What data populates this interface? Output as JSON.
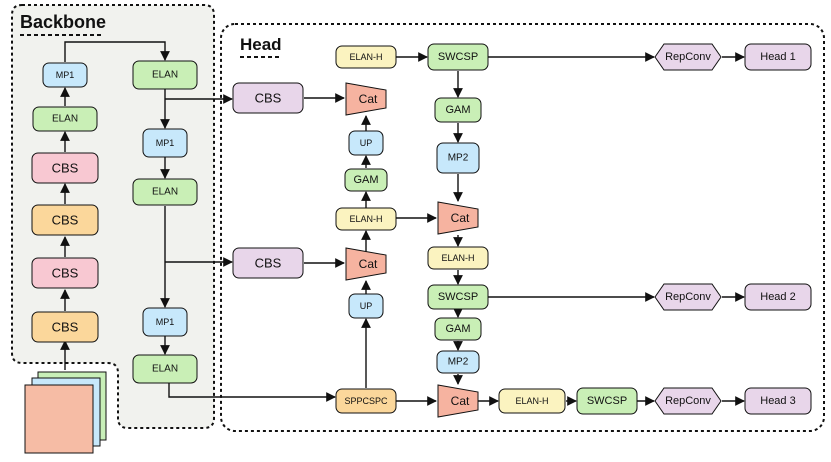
{
  "sections": {
    "backbone": "Backbone",
    "head": "Head"
  },
  "colors": {
    "green": "#c9efb6",
    "blue": "#c7e8fb",
    "pink": "#f8c8d2",
    "orange": "#fbd79b",
    "purple": "#e8d6ea",
    "yellow": "#fbf3c0",
    "salmon": "#f6b3a0",
    "backbone_bg": "#f1f2ee"
  },
  "nodes": {
    "bb_cbs1": "CBS",
    "bb_cbs2": "CBS",
    "bb_cbs3": "CBS",
    "bb_cbs4": "CBS",
    "bb_elan_a": "ELAN",
    "bb_mp1_a": "MP1",
    "bb_elan_b": "ELAN",
    "bb_mp1_b": "MP1",
    "bb_elan_c": "ELAN",
    "bb_mp1_c": "MP1",
    "bb_elan_d": "ELAN",
    "h_cbs_top": "CBS",
    "h_cbs_mid": "CBS",
    "h_cat1": "Cat",
    "h_cat2": "Cat",
    "h_cat3": "Cat",
    "h_cat4": "Cat",
    "h_up1": "UP",
    "h_up2": "UP",
    "h_gam_left": "GAM",
    "h_elanh_top": "ELAN-H",
    "h_elanh_mid": "ELAN-H",
    "h_elanh_c": "ELAN-H",
    "h_elanh_bot": "ELAN-H",
    "h_swcsp1": "SWCSP",
    "h_swcsp2": "SWCSP",
    "h_swcsp3": "SWCSP",
    "h_gam1": "GAM",
    "h_gam2": "GAM",
    "h_mp2_1": "MP2",
    "h_mp2_2": "MP2",
    "h_sppcspc": "SPPCSPC",
    "h_repconv1": "RepConv",
    "h_repconv2": "RepConv",
    "h_repconv3": "RepConv",
    "h_head1": "Head 1",
    "h_head2": "Head 2",
    "h_head3": "Head 3"
  }
}
